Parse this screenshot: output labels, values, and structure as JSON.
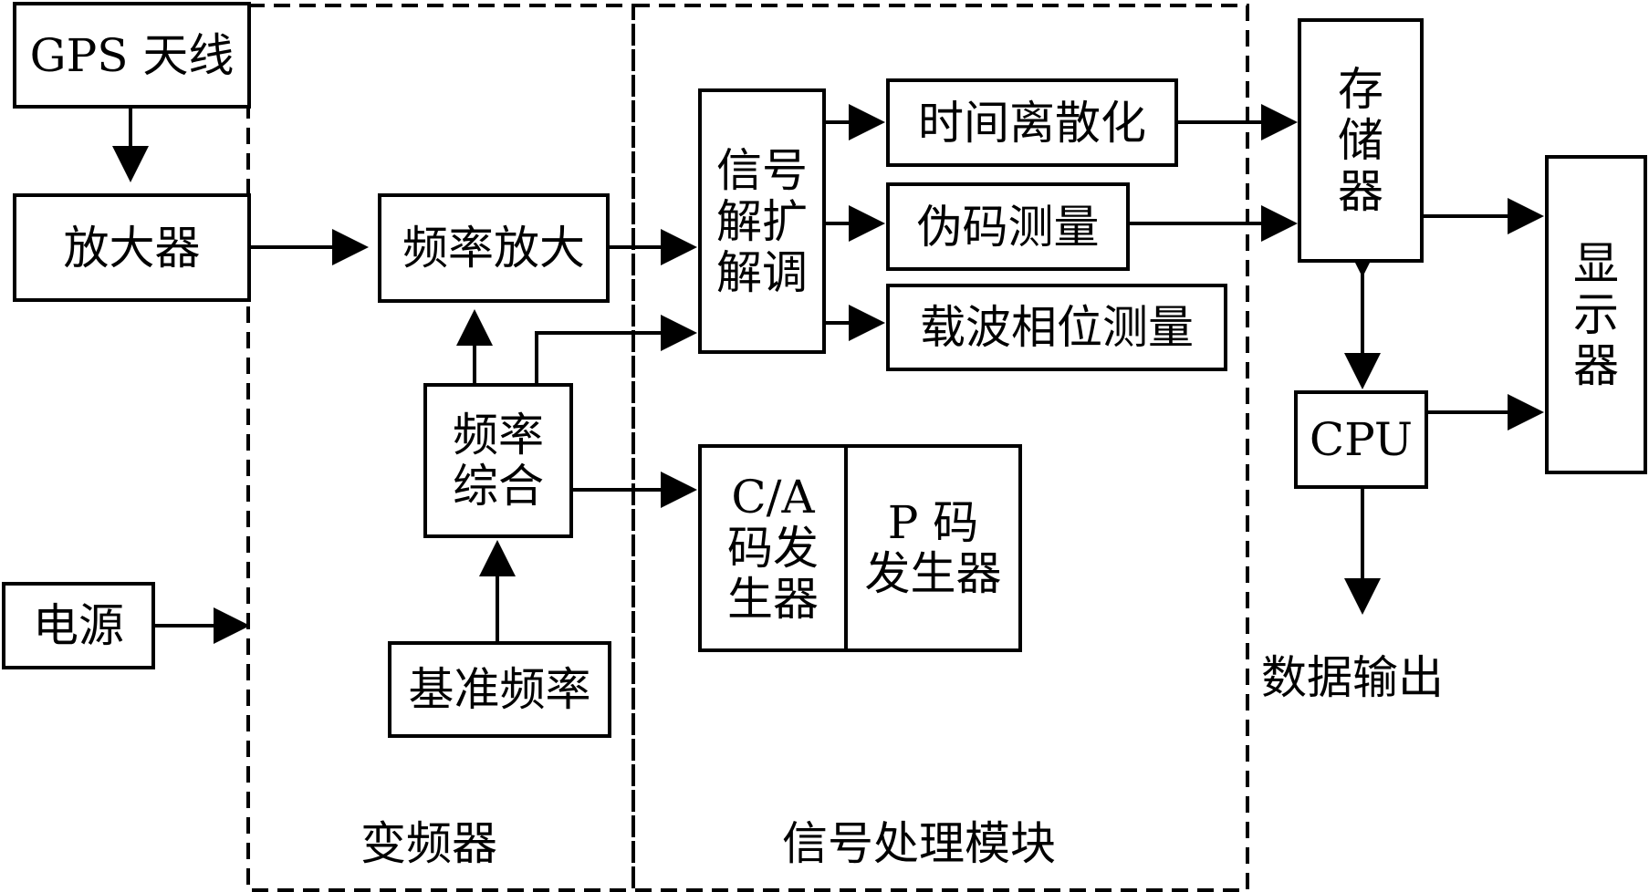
{
  "blocks": {
    "gps_antenna": "GPS 天线",
    "amplifier": "放大器",
    "power": "电源",
    "freq_amplify": "频率放大",
    "freq_synth": "频率\n综合",
    "ref_freq": "基准频率",
    "despread": "信号\n解扩\n解调",
    "time_discrete": "时间离散化",
    "pseudo_code": "伪码测量",
    "carrier_phase": "载波相位测量",
    "ca_code_gen": "C/A\n码发\n生器",
    "p_code_gen": "P 码\n发生器",
    "storage": "存\n储\n器",
    "cpu": "CPU",
    "display": "显\n示\n器"
  },
  "labels": {
    "data_output": "数据输出",
    "mixer_region": "变频器",
    "signal_module": "信号处理模块"
  }
}
